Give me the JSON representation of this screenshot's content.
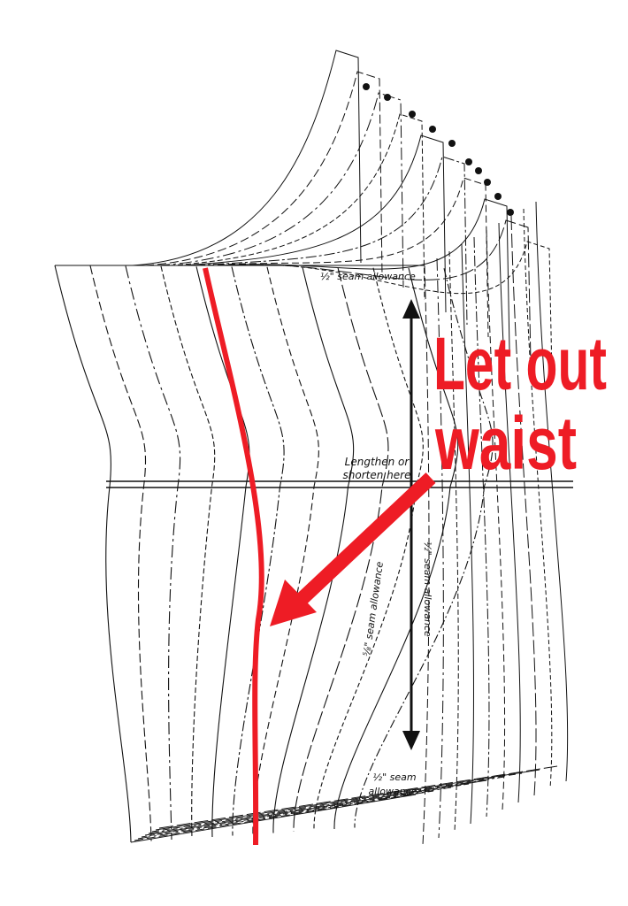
{
  "labels": {
    "seam_top": "½\" seam allowance",
    "lengthen_line1": "Lengthen or",
    "lengthen_line2": "shorten here",
    "seam_vertical_center": "½\" seam allowance",
    "seam_vertical_left": "⅝\" seam allowance",
    "seam_bottom_line1": "½\" seam",
    "seam_bottom_line2": "allowance"
  },
  "annotation": {
    "line1": "Let out",
    "line2": "waist"
  },
  "colors": {
    "ink": "#111111",
    "highlight": "#ee1c25"
  }
}
